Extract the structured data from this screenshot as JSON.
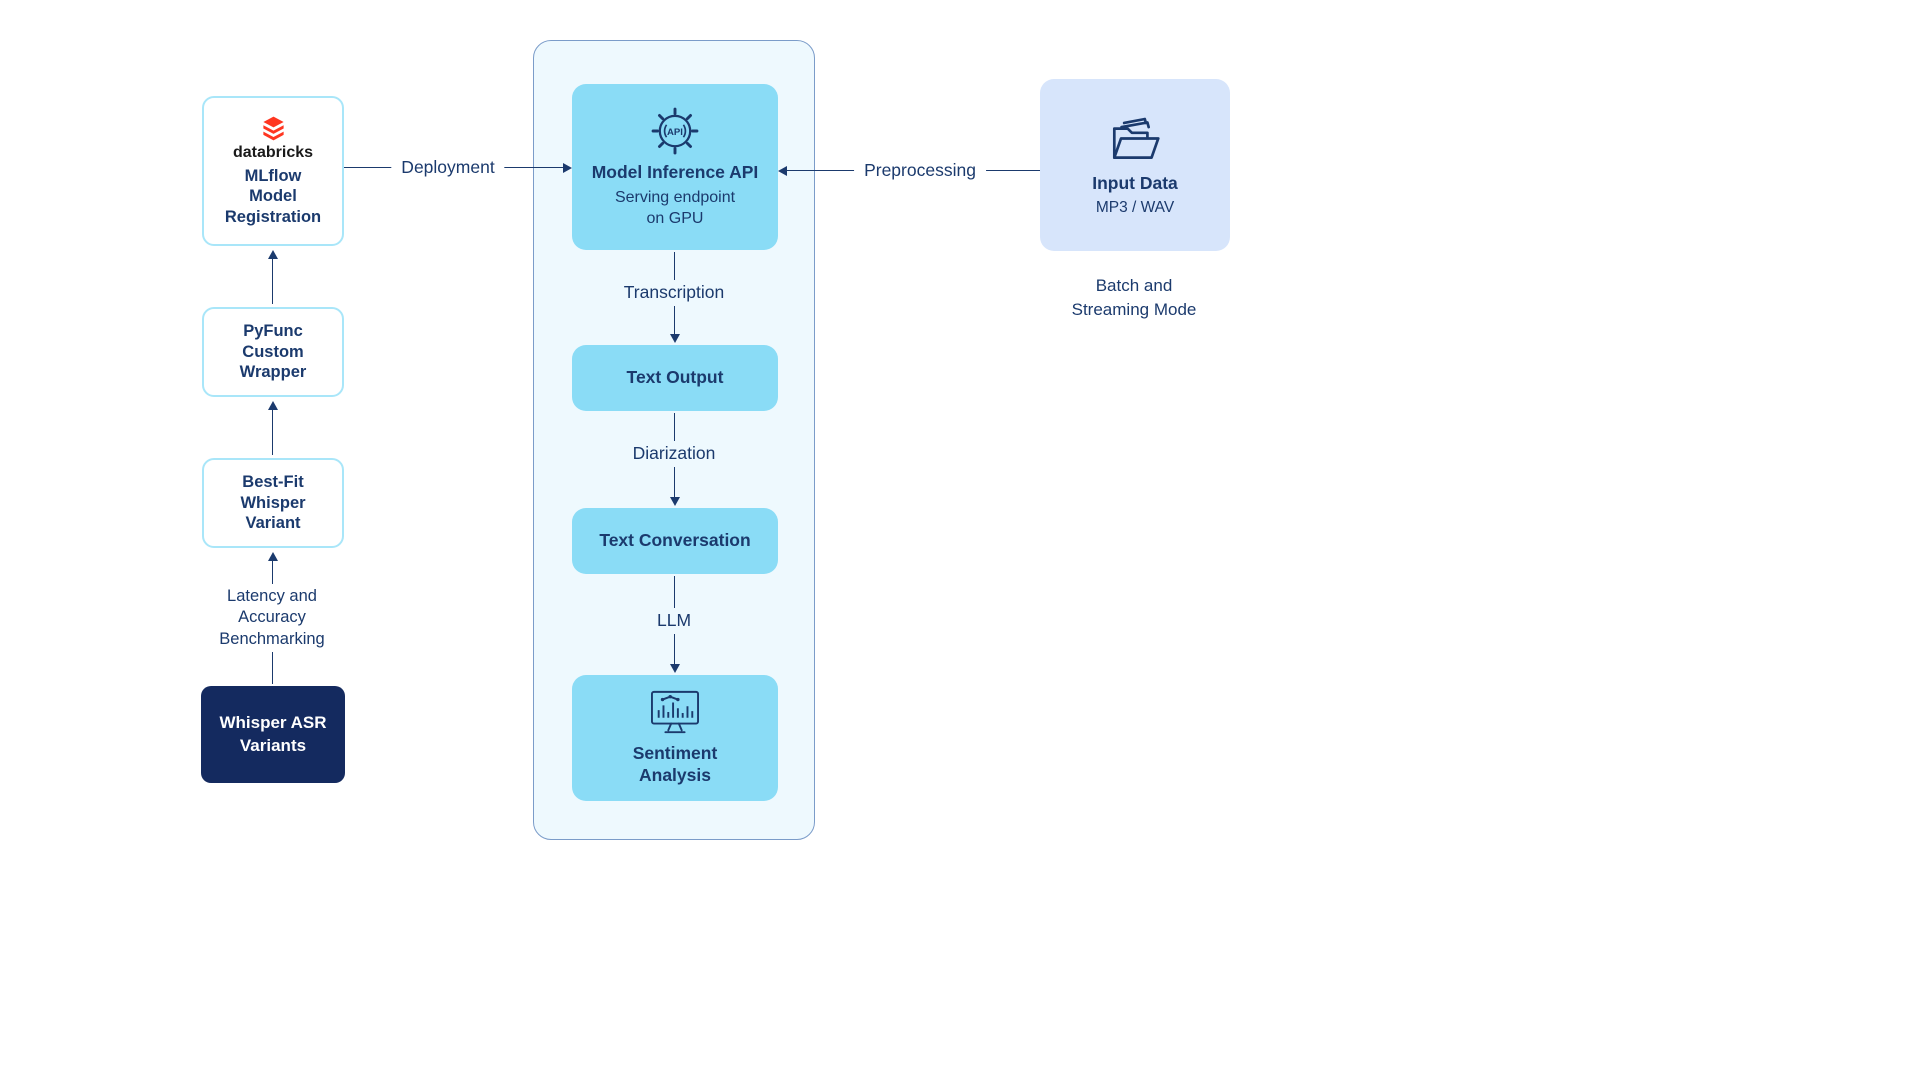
{
  "colors": {
    "navy_text": "#1b3a6d",
    "dark_navy_box": "#142a5f",
    "cyan_box": "#8adcf6",
    "pipeline_container_bg": "#eef9fe",
    "pipeline_container_border": "#7b9cc9",
    "outline_box_border": "#a9e6f9",
    "input_box_bg": "#d7e5fb",
    "databricks_red": "#ff3621"
  },
  "left_flow": {
    "registration": {
      "brand": "databricks",
      "label": "MLflow\nModel\nRegistration"
    },
    "pyfunc": {
      "label": "PyFunc\nCustom\nWrapper"
    },
    "best_fit": {
      "label": "Best-Fit\nWhisper\nVariant"
    },
    "benchmark_label": "Latency and\nAccuracy\nBenchmarking",
    "whisper": {
      "label": "Whisper ASR\nVariants"
    }
  },
  "pipeline": {
    "inference": {
      "title": "Model Inference API",
      "subtitle": "Serving endpoint\non GPU",
      "icon": "api-gear-icon"
    },
    "step1_label": "Transcription",
    "text_output": {
      "label": "Text Output"
    },
    "step2_label": "Diarization",
    "text_conversation": {
      "label": "Text Conversation"
    },
    "step3_label": "LLM",
    "sentiment": {
      "label": "Sentiment\nAnalysis",
      "icon": "sentiment-dashboard-icon"
    }
  },
  "input": {
    "title": "Input Data",
    "subtitle": "MP3 / WAV",
    "icon": "folder-files-icon",
    "mode_label": "Batch and\nStreaming Mode"
  },
  "connectors": {
    "deployment": "Deployment",
    "preprocessing": "Preprocessing"
  }
}
